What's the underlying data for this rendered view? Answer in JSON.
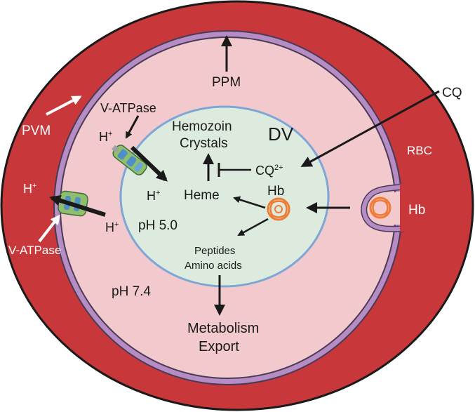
{
  "labels": {
    "ppm": "PPM",
    "pvm": "PVM",
    "cq_outside": "CQ",
    "rbc": "RBC",
    "hb_outside": "Hb",
    "vatpase_inner": "V-ATPase",
    "vatpase_outer": "V-ATPase",
    "h_plus": "H",
    "plus_sup": "+",
    "dv": "DV",
    "hemozoin_line1": "Hemozoin",
    "hemozoin_line2": "Crystals",
    "heme": "Heme",
    "cq_inside": "CQ",
    "cq_charge": "2+",
    "hb_inside": "Hb",
    "ph_dv": "pH 5.0",
    "ph_cyto": "pH 7.4",
    "peptides_line1": "Peptides",
    "peptides_line2": "Amino acids",
    "metabolism_line1": "Metabolism",
    "metabolism_line2": "Export"
  },
  "colors": {
    "rbc": "#c8383a",
    "rbc_border": "#1a1a1a",
    "membrane": "#b58cc4",
    "membrane_edge": "#4a3a55",
    "cytoplasm": "#f2c9cc",
    "dv_fill": "#dcebdd",
    "dv_border": "#7ea6d6",
    "arrow": "#1a1a1a",
    "white_arrow": "#ffffff",
    "hb_protein": "#f07b34",
    "pump_green": "#8fbf6a",
    "pump_blue": "#4f8fc7"
  },
  "icons": [
    "v-atpase-pump-icon",
    "hemoglobin-icon",
    "endocytosis-vesicle-icon"
  ]
}
